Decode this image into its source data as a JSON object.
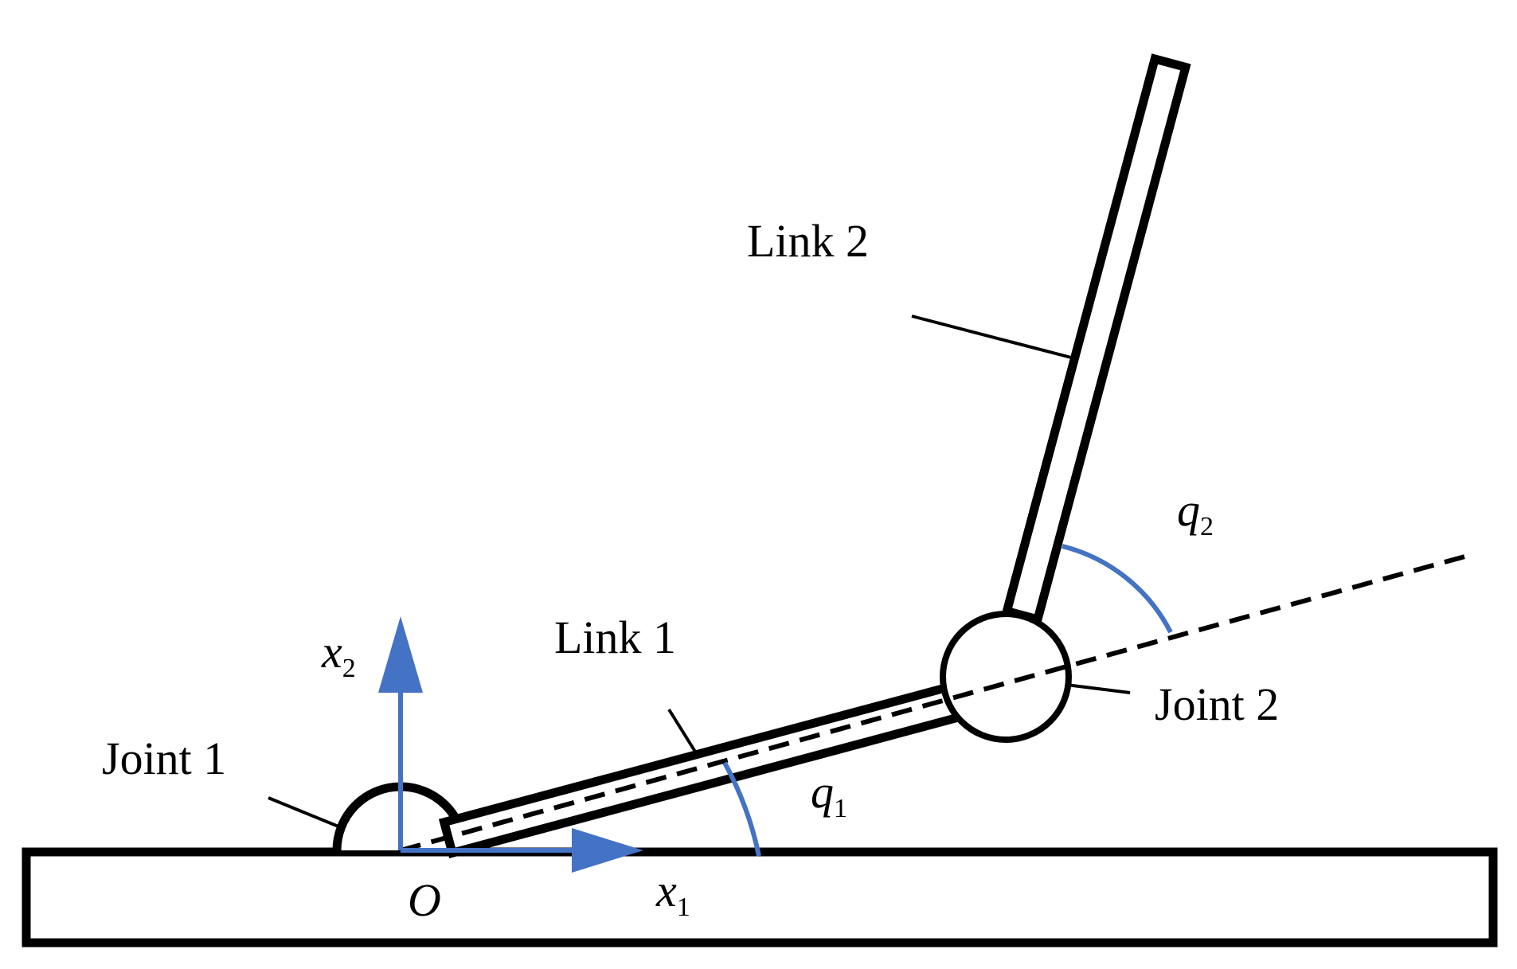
{
  "labels": {
    "link1": "Link 1",
    "link2": "Link 2",
    "joint1": "Joint 1",
    "joint2": "Joint 2",
    "origin": "O",
    "x1_base": "x",
    "x1_sub": "1",
    "x2_base": "x",
    "x2_sub": "2",
    "q1_base": "q",
    "q1_sub": "1",
    "q2_base": "q",
    "q2_sub": "2"
  },
  "colors": {
    "stroke": "#000000",
    "axis": "#4472C4",
    "background": "#ffffff"
  }
}
